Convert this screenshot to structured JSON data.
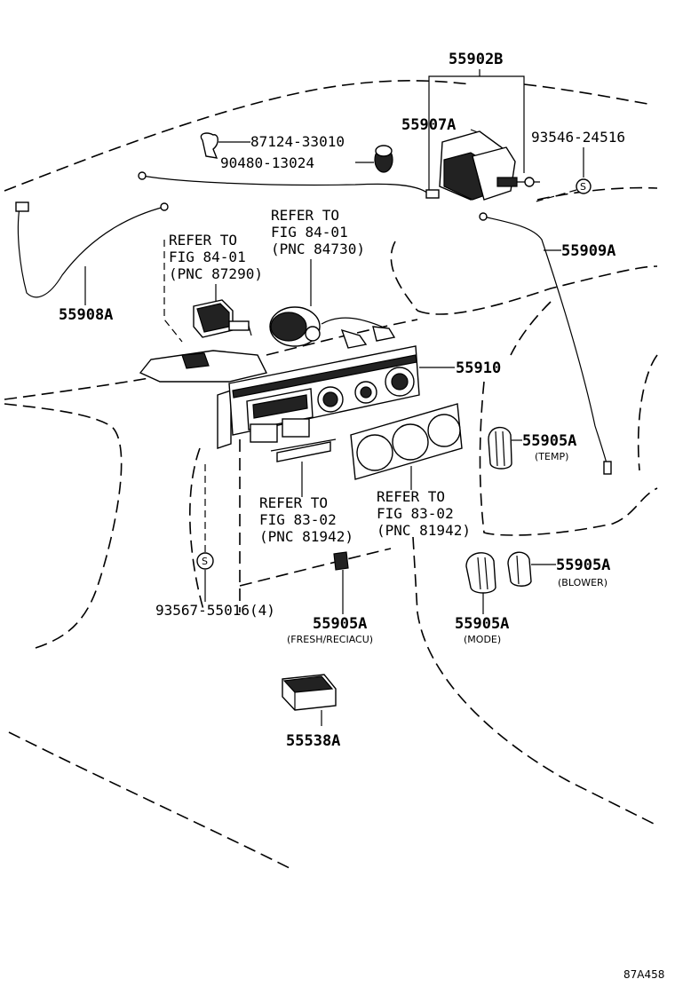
{
  "labels": {
    "p55902B": "55902B",
    "p55907A": "55907A",
    "p93546": "93546-24516",
    "p87124": "87124-33010",
    "p90480": "90480-13024",
    "p55909A": "55909A",
    "p55908A": "55908A",
    "p55910": "55910",
    "p55905A_temp": "55905A",
    "sub_temp": "(TEMP)",
    "p55905A_blower": "55905A",
    "sub_blower": "(BLOWER)",
    "p55905A_mode": "55905A",
    "sub_mode": "(MODE)",
    "p55905A_fresh": "55905A",
    "sub_fresh": "(FRESH/RECIACU)",
    "p93567": "93567-55016(4)",
    "p55538A": "55538A",
    "s_symbol": "S"
  },
  "refs": {
    "r1": [
      "REFER TO",
      "FIG 84-01",
      "(PNC 87290)"
    ],
    "r2": [
      "REFER TO",
      "FIG 84-01",
      "(PNC 84730)"
    ],
    "r3": [
      "REFER TO",
      "FIG 83-02",
      "(PNC 81942)"
    ],
    "r4": [
      "REFER TO",
      "FIG 83-02",
      "(PNC 81942)"
    ]
  },
  "figure_id": "87A458"
}
